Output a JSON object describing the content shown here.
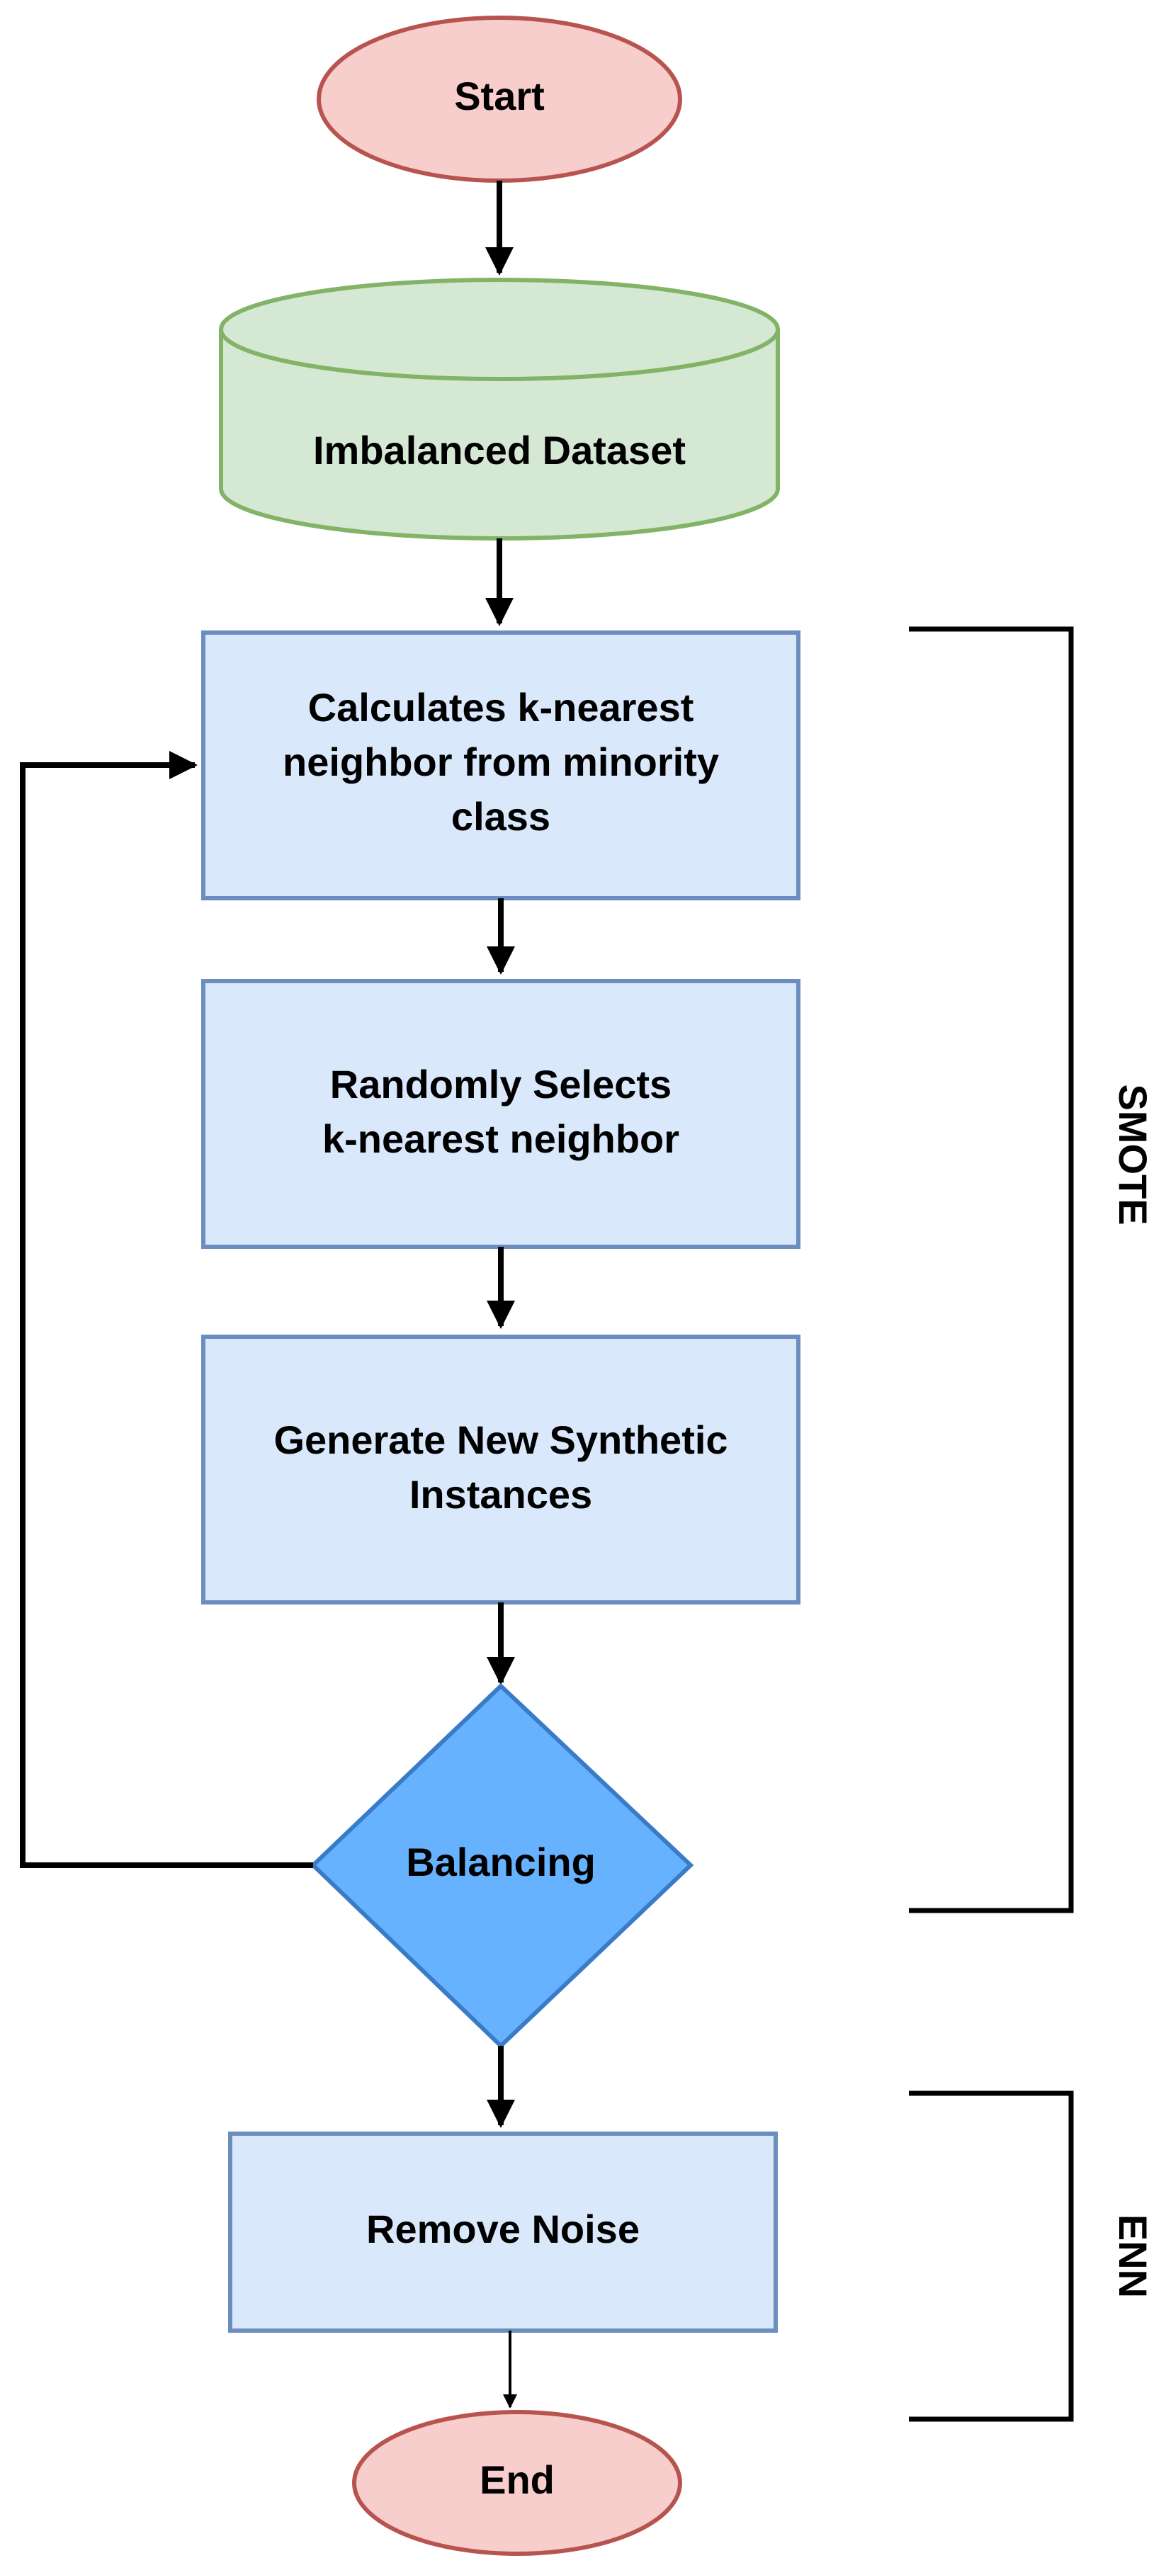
{
  "nodes": {
    "start": {
      "label": "Start",
      "shape": "ellipse",
      "fill": "#f8cecc",
      "stroke": "#b85450"
    },
    "dataset": {
      "label": "Imbalanced Dataset",
      "shape": "cylinder",
      "fill": "#d5e8d4",
      "stroke": "#82b366"
    },
    "calc_knn": {
      "lines": [
        "Calculates k-nearest",
        "neighbor from minority",
        "class"
      ],
      "shape": "rectangle",
      "fill": "#dae8fc",
      "stroke": "#6c8ebf"
    },
    "select_knn": {
      "lines": [
        "Randomly Selects",
        "k-nearest neighbor"
      ],
      "shape": "rectangle",
      "fill": "#dae8fc",
      "stroke": "#6c8ebf"
    },
    "generate": {
      "lines": [
        "Generate New Synthetic",
        "Instances"
      ],
      "shape": "rectangle",
      "fill": "#dae8fc",
      "stroke": "#6c8ebf"
    },
    "balancing": {
      "label": "Balancing",
      "shape": "diamond",
      "fill": "#66b2ff",
      "stroke": "#3a7bc8"
    },
    "remove_noise": {
      "label": "Remove Noise",
      "shape": "rectangle",
      "fill": "#dae8fc",
      "stroke": "#6c8ebf"
    },
    "end": {
      "label": "End",
      "shape": "ellipse",
      "fill": "#f8cecc",
      "stroke": "#b85450"
    }
  },
  "brackets": {
    "smote": {
      "label": "SMOTE"
    },
    "enn": {
      "label": "ENN"
    }
  },
  "edges": [
    {
      "from": "start",
      "to": "dataset"
    },
    {
      "from": "dataset",
      "to": "calc_knn"
    },
    {
      "from": "calc_knn",
      "to": "select_knn"
    },
    {
      "from": "select_knn",
      "to": "generate"
    },
    {
      "from": "generate",
      "to": "balancing"
    },
    {
      "from": "balancing",
      "to": "calc_knn",
      "type": "loop-back"
    },
    {
      "from": "balancing",
      "to": "remove_noise"
    },
    {
      "from": "remove_noise",
      "to": "end"
    }
  ]
}
